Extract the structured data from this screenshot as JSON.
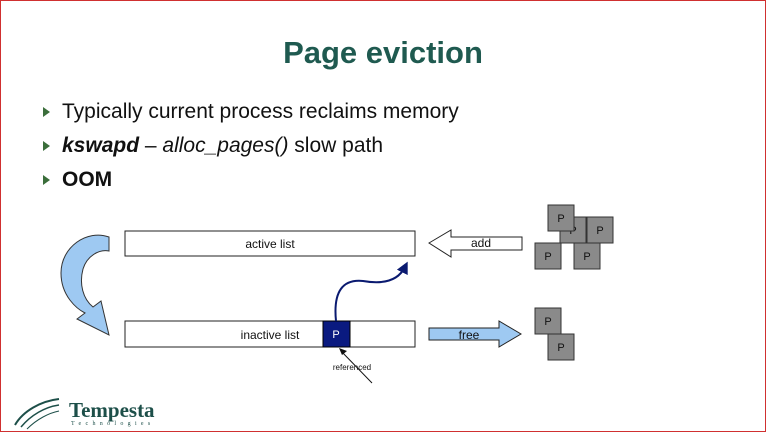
{
  "slide": {
    "title": "Page eviction",
    "bullets": [
      {
        "text": "Typically current process reclaims memory"
      },
      {
        "b1": "kswapd",
        "sep": " – ",
        "b2": "alloc_pages()",
        "b3": " slow path"
      },
      {
        "text": "OOM"
      }
    ]
  },
  "diagram": {
    "active_list_label": "active list",
    "inactive_list_label": "inactive list",
    "page_label": "P",
    "add_label": "add",
    "free_label": "free",
    "referenced_label": "referenced",
    "colors": {
      "page_dark": "#0a1a80",
      "page_gray": "#8a8a8a",
      "arrow_blue": "#9ec9f2",
      "curve": "#0a1a70"
    }
  },
  "logo": {
    "name": "Tempesta",
    "sub": "Technologies"
  }
}
